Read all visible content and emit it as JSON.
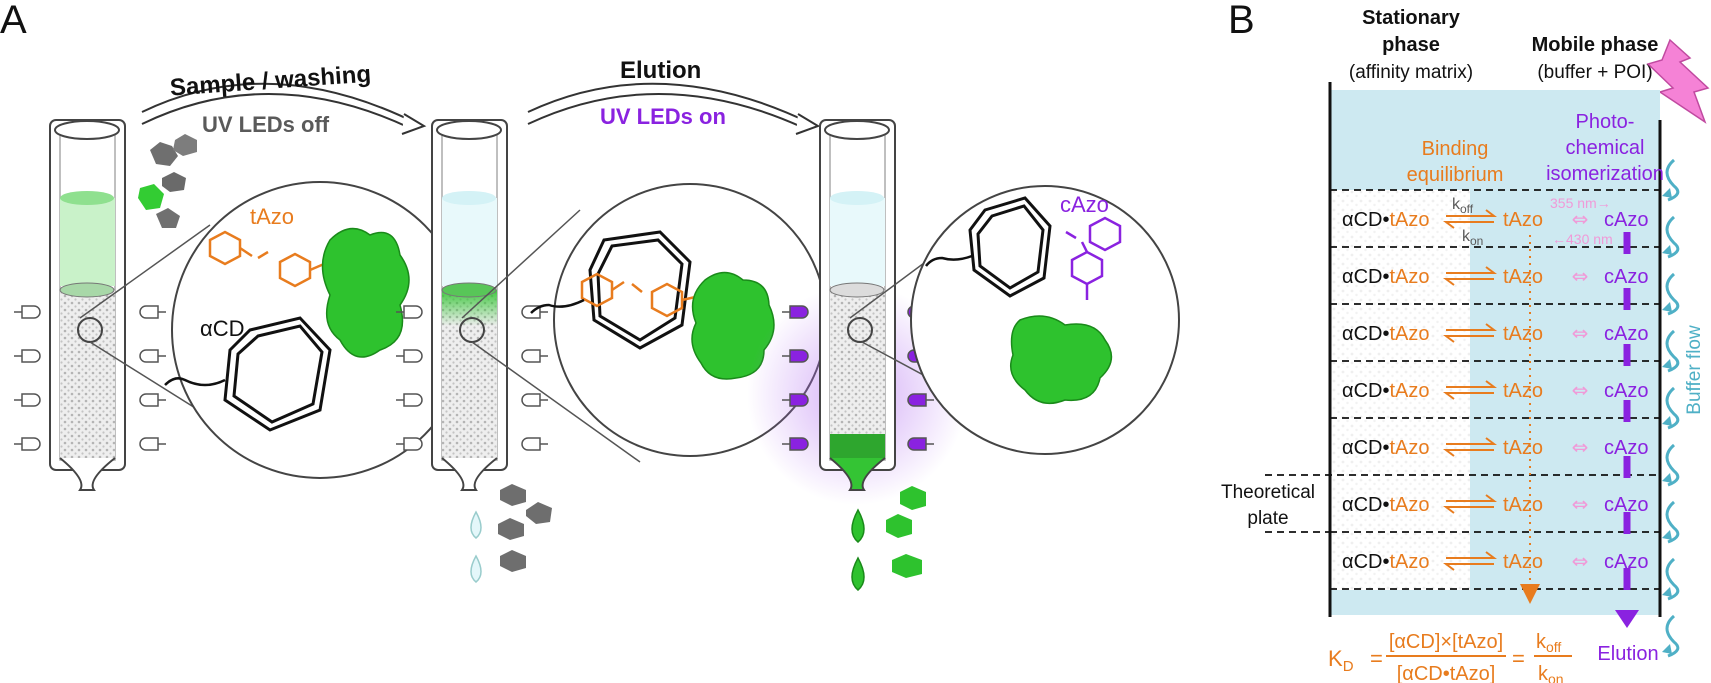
{
  "panel_a": {
    "label": "A",
    "arrow1": {
      "title": "Sample / washing",
      "subtitle": "UV LEDs off"
    },
    "arrow2": {
      "title": "Elution",
      "subtitle": "UV LEDs on"
    },
    "inset1": {
      "ligand": "tAzo",
      "host": "αCD"
    },
    "inset3": {
      "ligand": "cAzo"
    }
  },
  "panel_b": {
    "label": "B",
    "stationary": {
      "line1": "Stationary",
      "line2": "phase",
      "line3": "(affinity matrix)"
    },
    "mobile": {
      "line1": "Mobile phase",
      "line2": "(buffer + POI)"
    },
    "binding": {
      "line1": "Binding",
      "line2": "equilibrium"
    },
    "photo": {
      "line1": "Photo-",
      "line2": "chemical",
      "line3": "isomerization"
    },
    "row": {
      "complex_left": "αCD•",
      "complex_right": "tAzo",
      "free_t": "tAzo",
      "free_c": "cAzo",
      "iso": "⇔"
    },
    "koff": "k",
    "koff_sub": "off",
    "kon": "k",
    "kon_sub": "on",
    "wl355": "355 nm→",
    "wl430": "←430 nm",
    "plate": {
      "line1": "Theoretical",
      "line2": "plate"
    },
    "buffer_flow": "Buffer flow",
    "elution": "Elution",
    "kd": {
      "k": "K",
      "sub": "D",
      "eq": "=",
      "num": "[αCD]×[tAzo]",
      "den": "[αCD•tAzo]",
      "eq2": "=",
      "num2": "k",
      "num2_sub": "off",
      "den2": "k",
      "den2_sub": "on"
    }
  },
  "colors": {
    "orange": "#e87c1e",
    "purple": "#8a22e0",
    "pink": "#f09ad8",
    "green": "#22c422",
    "blue": "#4fb0c6",
    "gray": "#555555"
  }
}
